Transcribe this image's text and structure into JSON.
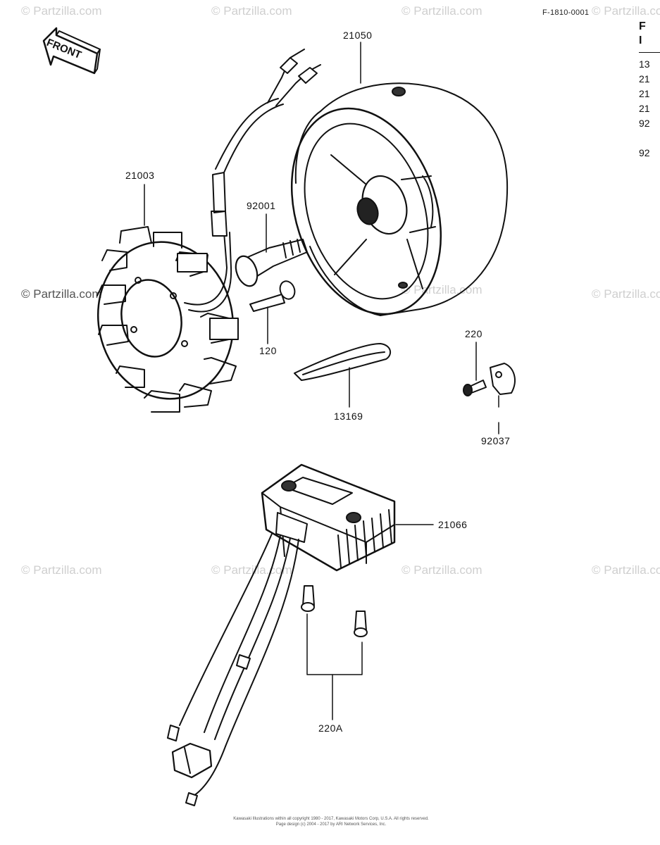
{
  "diagram_code": "F-1810-0001",
  "side_panel": {
    "header": [
      "F",
      "I"
    ],
    "rows": [
      "13",
      "21",
      "21",
      "21",
      "92",
      "",
      "92"
    ]
  },
  "watermark": "© Partzilla.com",
  "front_label": "FRONT",
  "callouts": {
    "stator": "21003",
    "flywheel": "21050",
    "bolt_large": "92001",
    "bolt_small": "120",
    "key": "13169",
    "screw": "220",
    "clamp": "92037",
    "regulator": "21066",
    "regulator_bolts": "220A"
  },
  "footer": {
    "line1": "Kawasaki Illustrations within all copyright 1980 - 2017, Kawasaki Motors Corp, U.S.A. All rights reserved.",
    "line2": "Page design (c) 2004 - 2017 by ARI Network Services, Inc."
  }
}
